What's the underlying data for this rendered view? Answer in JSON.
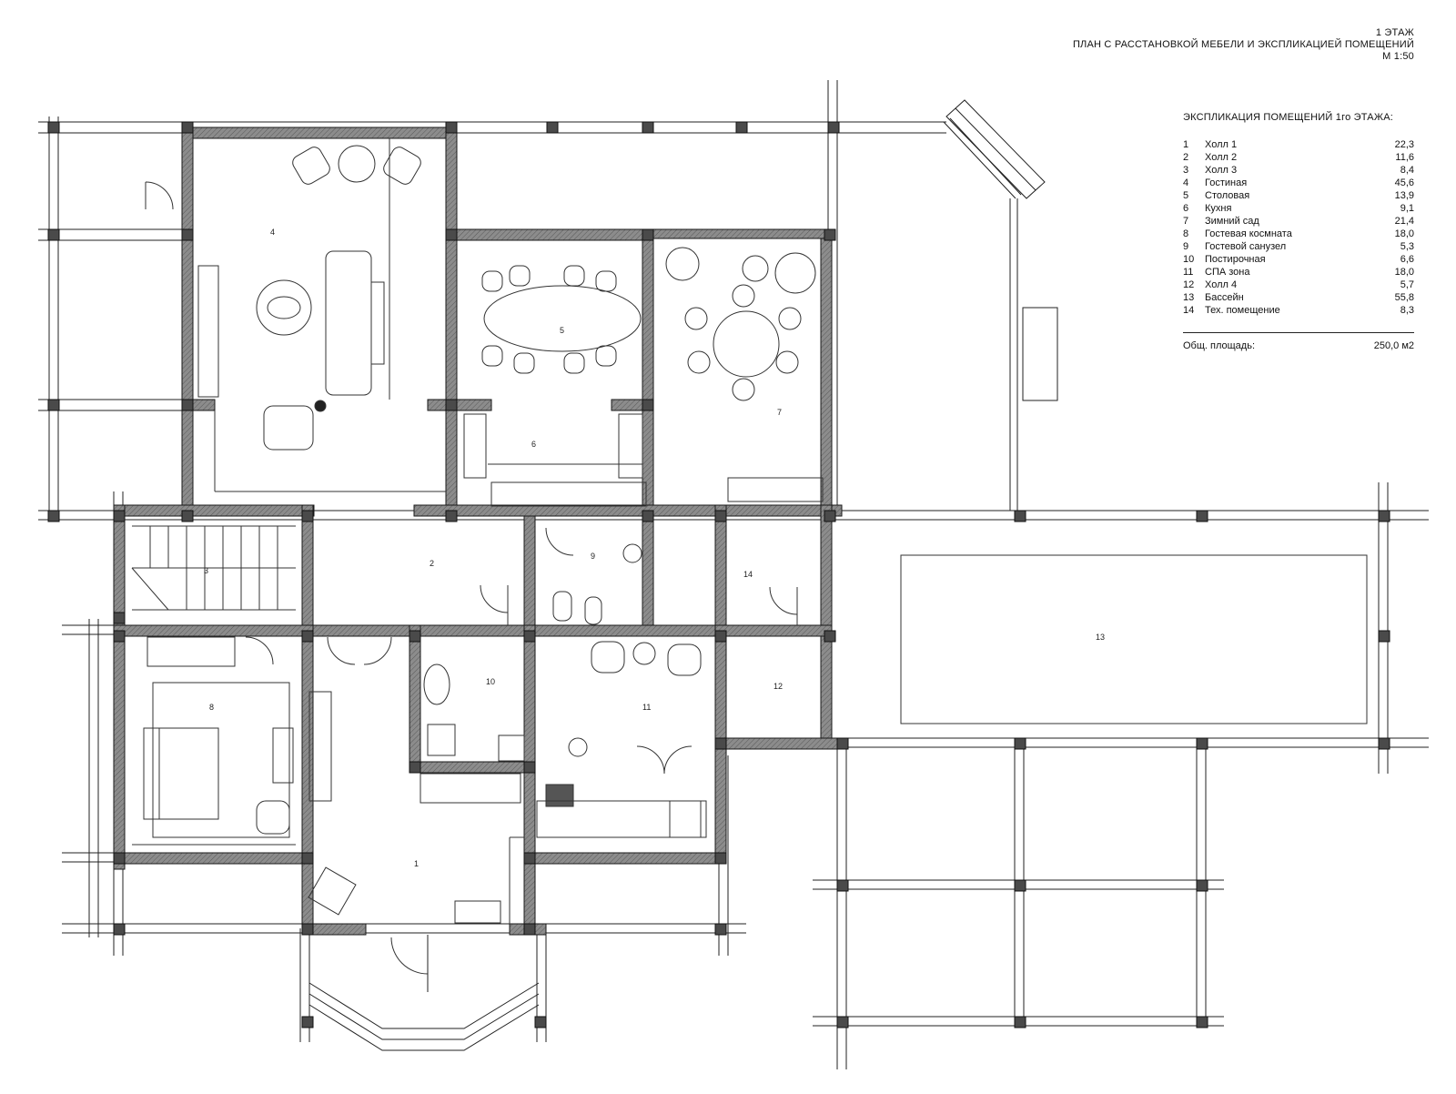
{
  "title": {
    "floor": "1 ЭТАЖ",
    "subtitle": "ПЛАН С РАССТАНОВКОЙ МЕБЕЛИ И ЭКСПЛИКАЦИЕЙ ПОМЕЩЕНИЙ",
    "scale": "М 1:50"
  },
  "explication": {
    "heading": "ЭКСПЛИКАЦИЯ ПОМЕЩЕНИЙ 1го ЭТАЖА:",
    "rooms": [
      {
        "num": "1",
        "name": "Холл 1",
        "area": "22,3"
      },
      {
        "num": "2",
        "name": "Холл 2",
        "area": "11,6"
      },
      {
        "num": "3",
        "name": "Холл 3",
        "area": "8,4"
      },
      {
        "num": "4",
        "name": "Гостиная",
        "area": "45,6"
      },
      {
        "num": "5",
        "name": "Столовая",
        "area": "13,9"
      },
      {
        "num": "6",
        "name": "Кухня",
        "area": "9,1"
      },
      {
        "num": "7",
        "name": "Зимний сад",
        "area": "21,4"
      },
      {
        "num": "8",
        "name": "Гостевая космната",
        "area": "18,0"
      },
      {
        "num": "9",
        "name": "Гостевой санузел",
        "area": "5,3"
      },
      {
        "num": "10",
        "name": "Постирочная",
        "area": "6,6"
      },
      {
        "num": "11",
        "name": "СПА зона",
        "area": "18,0"
      },
      {
        "num": "12",
        "name": "Холл 4",
        "area": "5,7"
      },
      {
        "num": "13",
        "name": "Бассейн",
        "area": "55,8"
      },
      {
        "num": "14",
        "name": "Тех. помещение",
        "area": "8,3"
      }
    ],
    "total_label": "Общ. площадь:",
    "total_value": "250,0 м2"
  },
  "room_labels": [
    "1",
    "2",
    "3",
    "4",
    "5",
    "6",
    "7",
    "8",
    "9",
    "10",
    "11",
    "12",
    "13",
    "14"
  ],
  "colors": {
    "wall_fill": "#8c8c8c",
    "wall_stroke": "#1a1a1a",
    "line": "#222222"
  }
}
